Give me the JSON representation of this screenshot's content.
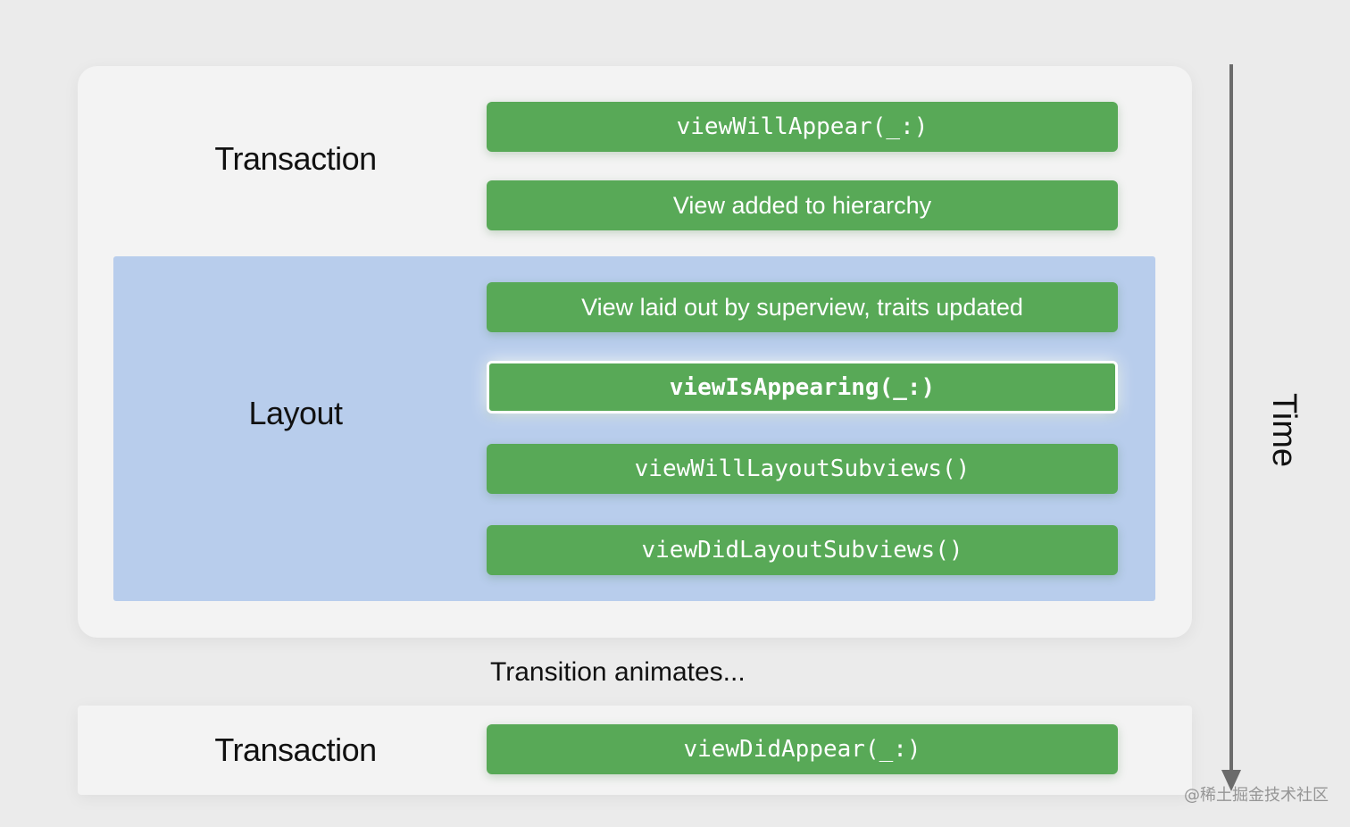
{
  "sections": {
    "transaction_top": "Transaction",
    "layout": "Layout",
    "transaction_bottom": "Transaction"
  },
  "steps": [
    "viewWillAppear(_:)",
    "View added to hierarchy",
    "View laid out by superview, traits updated",
    "viewIsAppearing(_:)",
    "viewWillLayoutSubviews()",
    "viewDidLayoutSubviews()",
    "viewDidAppear(_:)"
  ],
  "transition_text": "Transition animates...",
  "axis_label": "Time",
  "watermark": "@稀土掘金技术社区",
  "colors": {
    "step_green": "#58a957",
    "layout_blue": "#b8cdec",
    "panel": "#f3f3f3",
    "background": "#ebebeb"
  }
}
